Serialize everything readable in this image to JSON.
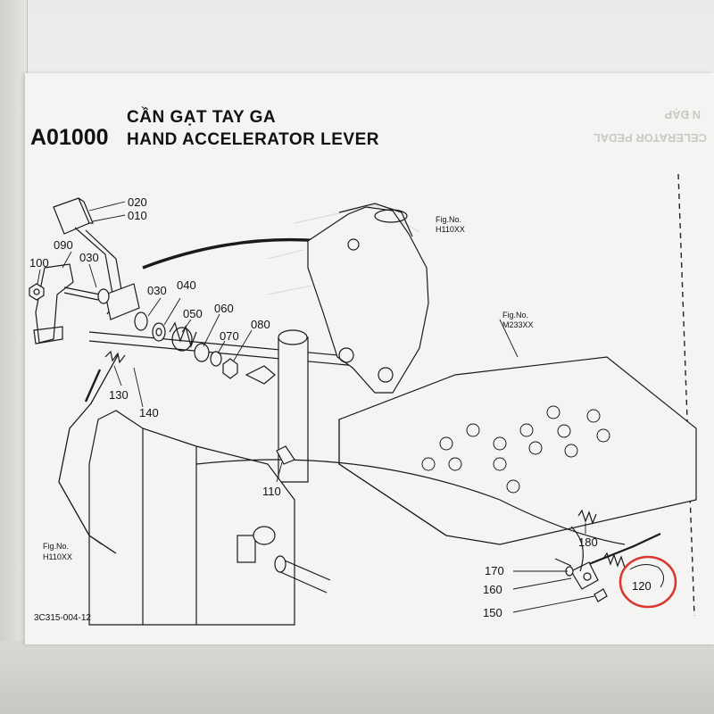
{
  "document": {
    "section_code": "A01000",
    "title_vi": "CẦN GẠT TAY GA",
    "title_en": "HAND ACCELERATOR LEVER",
    "doc_number": "3C315-004-12",
    "bleed_through": [
      "N ĐẠP",
      "CELERATOR PEDAL"
    ]
  },
  "fig_refs": [
    {
      "label": "Fig.No.",
      "code": "H110XX"
    },
    {
      "label": "Fig.No.",
      "code": "M233XX"
    },
    {
      "label": "Fig.No.",
      "code": "H110XX"
    }
  ],
  "parts": [
    "020",
    "010",
    "090",
    "030",
    "100",
    "030",
    "040",
    "050",
    "060",
    "070",
    "080",
    "130",
    "140",
    "110",
    "180",
    "170",
    "160",
    "150",
    "120"
  ],
  "highlight": {
    "part": "120",
    "color": "#d9382e"
  },
  "colors": {
    "ink": "#111111",
    "paper": "#f4f4f3",
    "ghost": "#c9c9c6"
  }
}
